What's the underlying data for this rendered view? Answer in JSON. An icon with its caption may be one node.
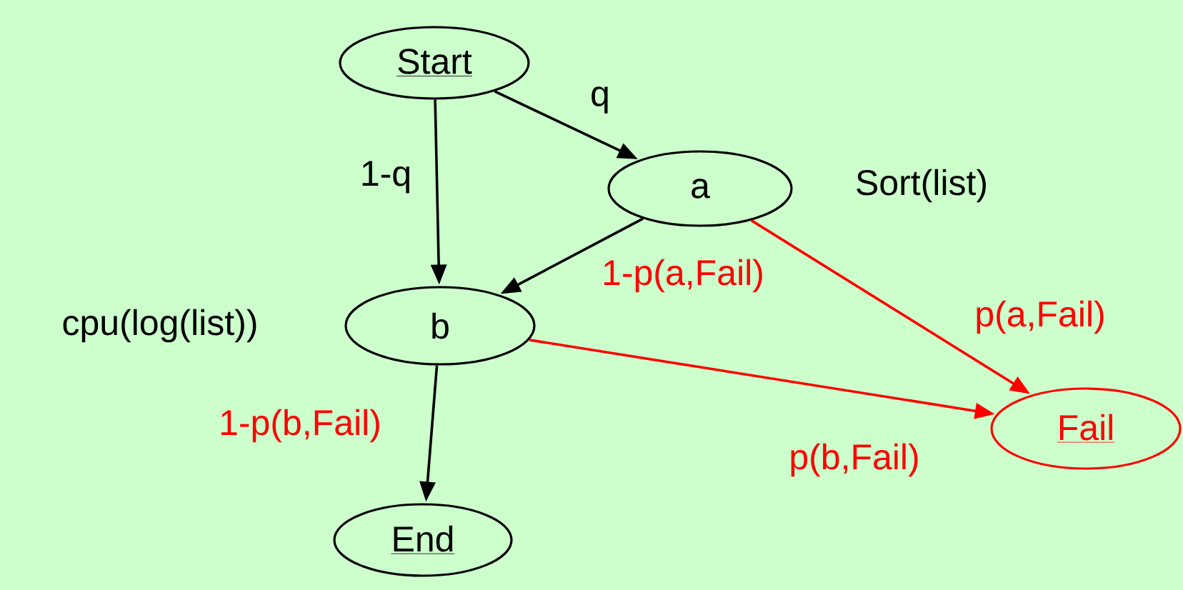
{
  "diagram": {
    "nodes": [
      {
        "text": [
          "Start"
        ]
      },
      {
        "text": [
          "a"
        ],
        "beside": [
          "Sort(list)"
        ]
      },
      {
        "text": [
          "b"
        ],
        "beside": [
          "cpu(log(list))"
        ]
      },
      {
        "text": [
          "End"
        ]
      },
      {
        "text": [
          "Fail"
        ]
      }
    ],
    "edges": [
      {
        "from": 0,
        "to": 1,
        "arrow": "to",
        "label": "q"
      },
      {
        "from": 0,
        "to": 2,
        "arrow": "to",
        "label": "1-q"
      },
      {
        "from": 1,
        "to": 2,
        "arrow": "to",
        "label": "1-p(a,Fail)"
      },
      {
        "from": 1,
        "to": 4,
        "arrow": "to",
        "label": "p(a,Fail)",
        "color": "#ff0000"
      },
      {
        "from": 2,
        "to": 4,
        "arrow": "to",
        "label": "p(b,Fail)",
        "color": "#ff0000"
      },
      {
        "from": 2,
        "to": 3,
        "arrow": "to",
        "label": "1-p(b,Fail)"
      }
    ]
  }
}
